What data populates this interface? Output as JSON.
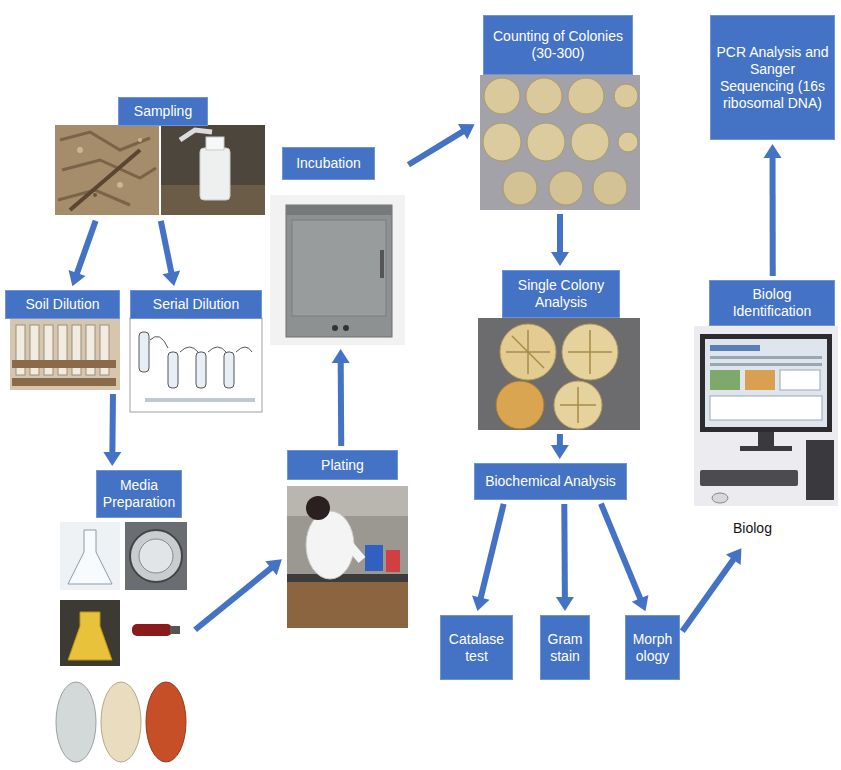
{
  "diagram": {
    "nodes": [
      {
        "text": [
          "Sampling"
        ]
      },
      {
        "text": [
          "Soil Dilution"
        ]
      },
      {
        "text": [
          "Serial Dilution"
        ]
      },
      {
        "text": [
          "Media Preparation"
        ]
      },
      {
        "text": [
          "Plating"
        ]
      },
      {
        "text": [
          "Incubation"
        ]
      },
      {
        "text": [
          "Counting of Colonies (30-300)"
        ]
      },
      {
        "text": [
          "Single Colony Analysis"
        ]
      },
      {
        "text": [
          "Biochemical Analysis"
        ]
      },
      {
        "text": [
          "Catalase test"
        ]
      },
      {
        "text": [
          "Gram stain"
        ]
      },
      {
        "text": [
          "Morphology"
        ]
      },
      {
        "text": [
          "Biolog Identification"
        ]
      },
      {
        "text": [
          "PCR Analysis and Sanger Sequencing (16s ribosomal DNA)"
        ]
      }
    ],
    "edges": [
      {
        "from": 0,
        "to": 1,
        "arrow": "to"
      },
      {
        "from": 0,
        "to": 2,
        "arrow": "to"
      },
      {
        "from": 1,
        "to": 3,
        "arrow": "to"
      },
      {
        "from": 3,
        "to": 4,
        "arrow": "to"
      },
      {
        "from": 4,
        "to": 5,
        "arrow": "to"
      },
      {
        "from": 5,
        "to": 6,
        "arrow": "to"
      },
      {
        "from": 6,
        "to": 7,
        "arrow": "to"
      },
      {
        "from": 7,
        "to": 8,
        "arrow": "to"
      },
      {
        "from": 8,
        "to": 9,
        "arrow": "to"
      },
      {
        "from": 8,
        "to": 10,
        "arrow": "to"
      },
      {
        "from": 8,
        "to": 11,
        "arrow": "to"
      },
      {
        "from": 11,
        "to": 12,
        "arrow": "to"
      },
      {
        "from": 12,
        "to": 13,
        "arrow": "to"
      }
    ],
    "labels": [
      "Biolog"
    ]
  }
}
